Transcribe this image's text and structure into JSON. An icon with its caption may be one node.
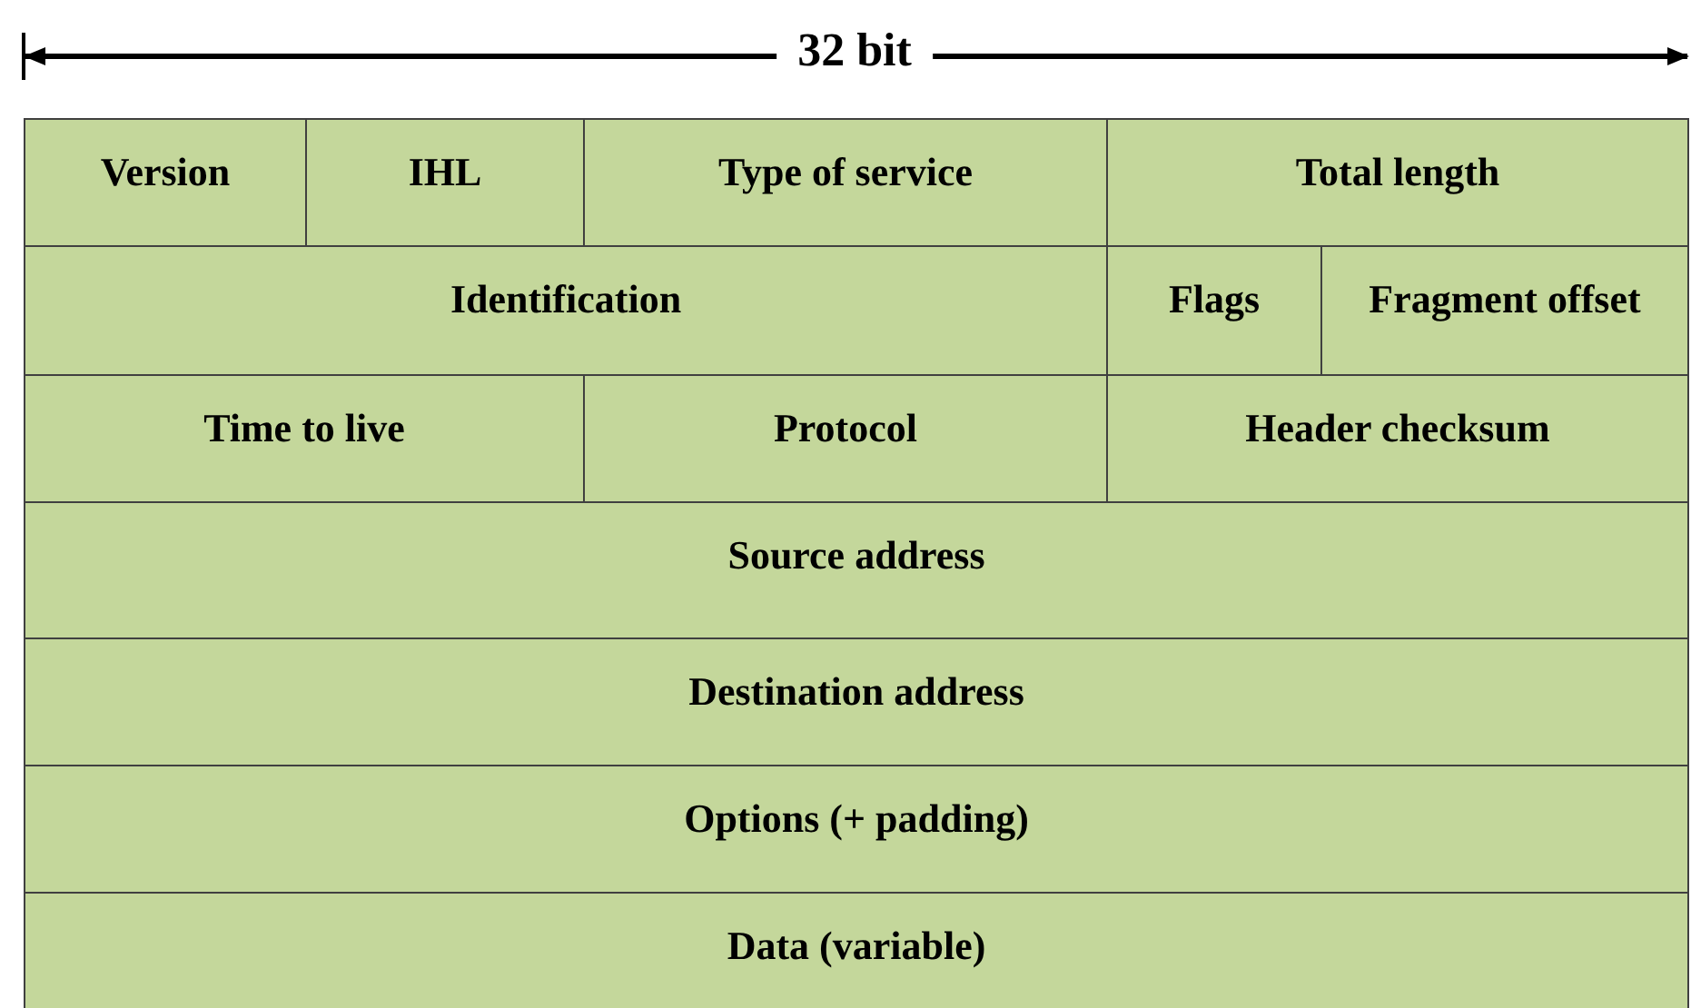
{
  "diagram": {
    "nodes": [
      {
        "text": [
          "Version"
        ]
      },
      {
        "text": [
          "IHL"
        ]
      },
      {
        "text": [
          "Type of service"
        ]
      },
      {
        "text": [
          "Total length"
        ]
      },
      {
        "text": [
          "Identification"
        ]
      },
      {
        "text": [
          "Flags"
        ]
      },
      {
        "text": [
          "Fragment offset"
        ]
      },
      {
        "text": [
          "Time to live"
        ]
      },
      {
        "text": [
          "Protocol"
        ]
      },
      {
        "text": [
          "Header checksum"
        ]
      },
      {
        "text": [
          "Source address"
        ]
      },
      {
        "text": [
          "Destination address"
        ]
      },
      {
        "text": [
          "Options (+ padding)"
        ]
      },
      {
        "text": [
          "Data (variable)"
        ]
      }
    ],
    "labels": [
      "32 bit"
    ]
  }
}
